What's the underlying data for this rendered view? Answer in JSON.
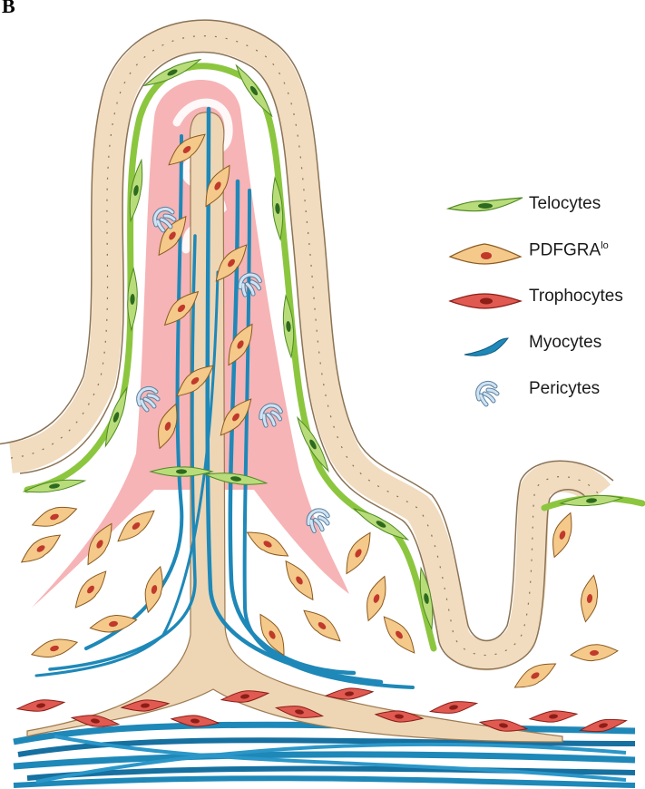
{
  "panel_label": "B",
  "legend": {
    "telocytes": "Telocytes",
    "pdgfra_main": "PDFGRA",
    "pdgfra_sup": "lo",
    "trophocytes": "Trophocytes",
    "myocytes": "Myocytes",
    "pericytes": "Pericytes"
  },
  "colors": {
    "epithelium_fill": "#f1dcc0",
    "epithelium_stroke": "#8b7355",
    "telocyte": "#8cc63f",
    "telocyte_nucleus": "#2d6a1f",
    "pdgfra_fill": "#f4c98a",
    "pdgfra_nucleus": "#c0392b",
    "trophocyte": "#d9534f",
    "myocyte": "#1e88b8",
    "pericyte": "#a9cde6",
    "lacteal": "#f4a7a9",
    "core": "#eed6b5"
  }
}
